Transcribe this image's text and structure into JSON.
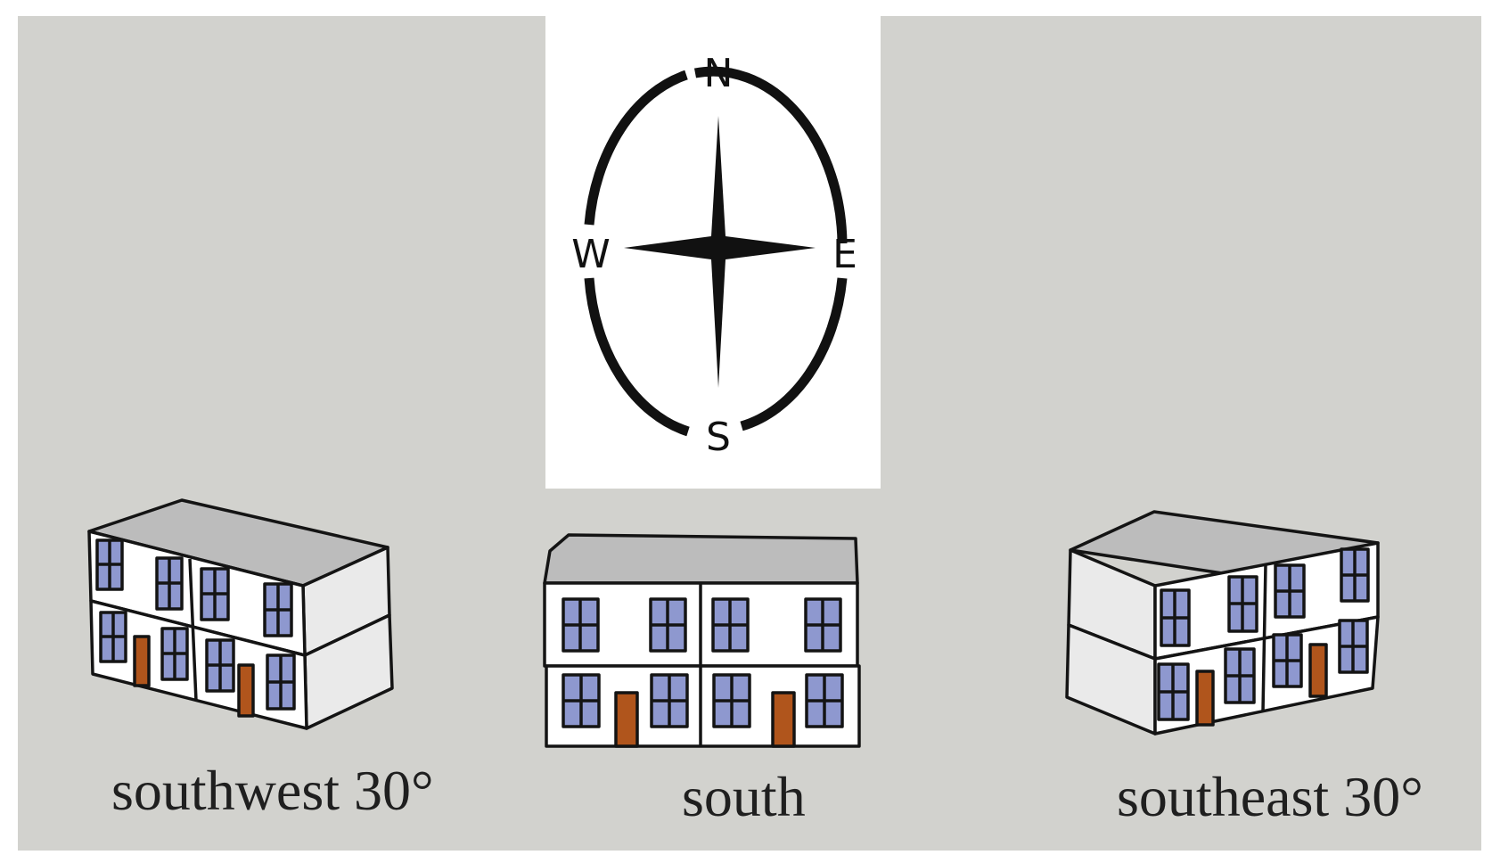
{
  "compass": {
    "north": "N",
    "south": "S",
    "east": "E",
    "west": "W"
  },
  "buildings": [
    {
      "orientation": "southwest",
      "caption": "southwest 30°"
    },
    {
      "orientation": "south",
      "caption": "south"
    },
    {
      "orientation": "southeast",
      "caption": "southeast 30°"
    }
  ],
  "colors": {
    "background": "#d2d2ce",
    "roof": "#bcbcbc",
    "wall": "#ffffff",
    "side_wall": "#eaeaea",
    "window_glass": "#8e98cf",
    "door": "#b0551c",
    "outline": "#141414"
  }
}
